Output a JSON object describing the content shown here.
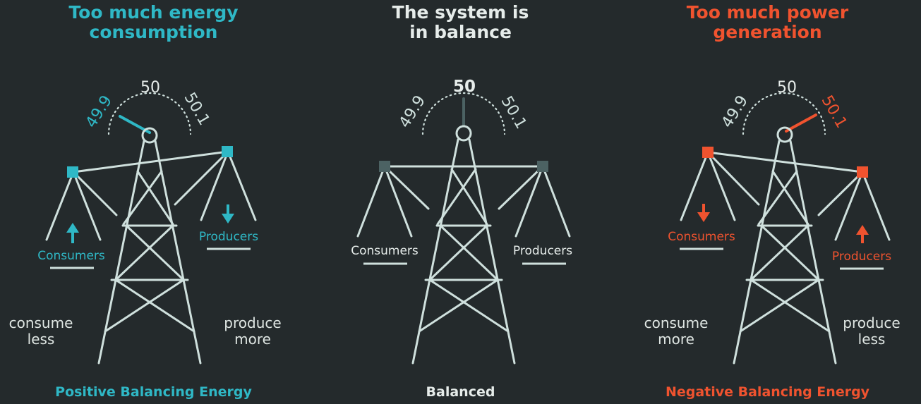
{
  "colors": {
    "background": "#242a2c",
    "structure": "#cfe0dd",
    "consumption": "#2fb8c6",
    "balanced_indicator": "#4c6263",
    "generation": "#f0532f",
    "neutral_text": "#e6ecea"
  },
  "panels": [
    {
      "state": "consumption",
      "title_lines": [
        "Too much energy",
        "consumption"
      ],
      "scale": {
        "low": "49.9",
        "mid": "50",
        "high": "50.1"
      },
      "needle": "49.9",
      "consumers_label": "Consumers",
      "producers_label": "Producers",
      "consumers_arrow": "up-arrow-icon",
      "producers_arrow": "down-arrow-icon",
      "left_action": [
        "consume",
        "less"
      ],
      "right_action": [
        "produce",
        "more"
      ],
      "footer": "Positive Balancing Energy"
    },
    {
      "state": "balanced",
      "title_lines": [
        "The system is",
        "in balance"
      ],
      "scale": {
        "low": "49.9",
        "mid": "50",
        "high": "50.1"
      },
      "needle": "50",
      "consumers_label": "Consumers",
      "producers_label": "Producers",
      "left_action": [],
      "right_action": [],
      "footer": "Balanced"
    },
    {
      "state": "generation",
      "title_lines": [
        "Too much power",
        "generation"
      ],
      "scale": {
        "low": "49.9",
        "mid": "50",
        "high": "50.1"
      },
      "needle": "50.1",
      "consumers_label": "Consumers",
      "producers_label": "Producers",
      "consumers_arrow": "down-arrow-icon",
      "producers_arrow": "up-arrow-icon",
      "left_action": [
        "consume",
        "more"
      ],
      "right_action": [
        "produce",
        "less"
      ],
      "footer": "Negative Balancing Energy"
    }
  ]
}
